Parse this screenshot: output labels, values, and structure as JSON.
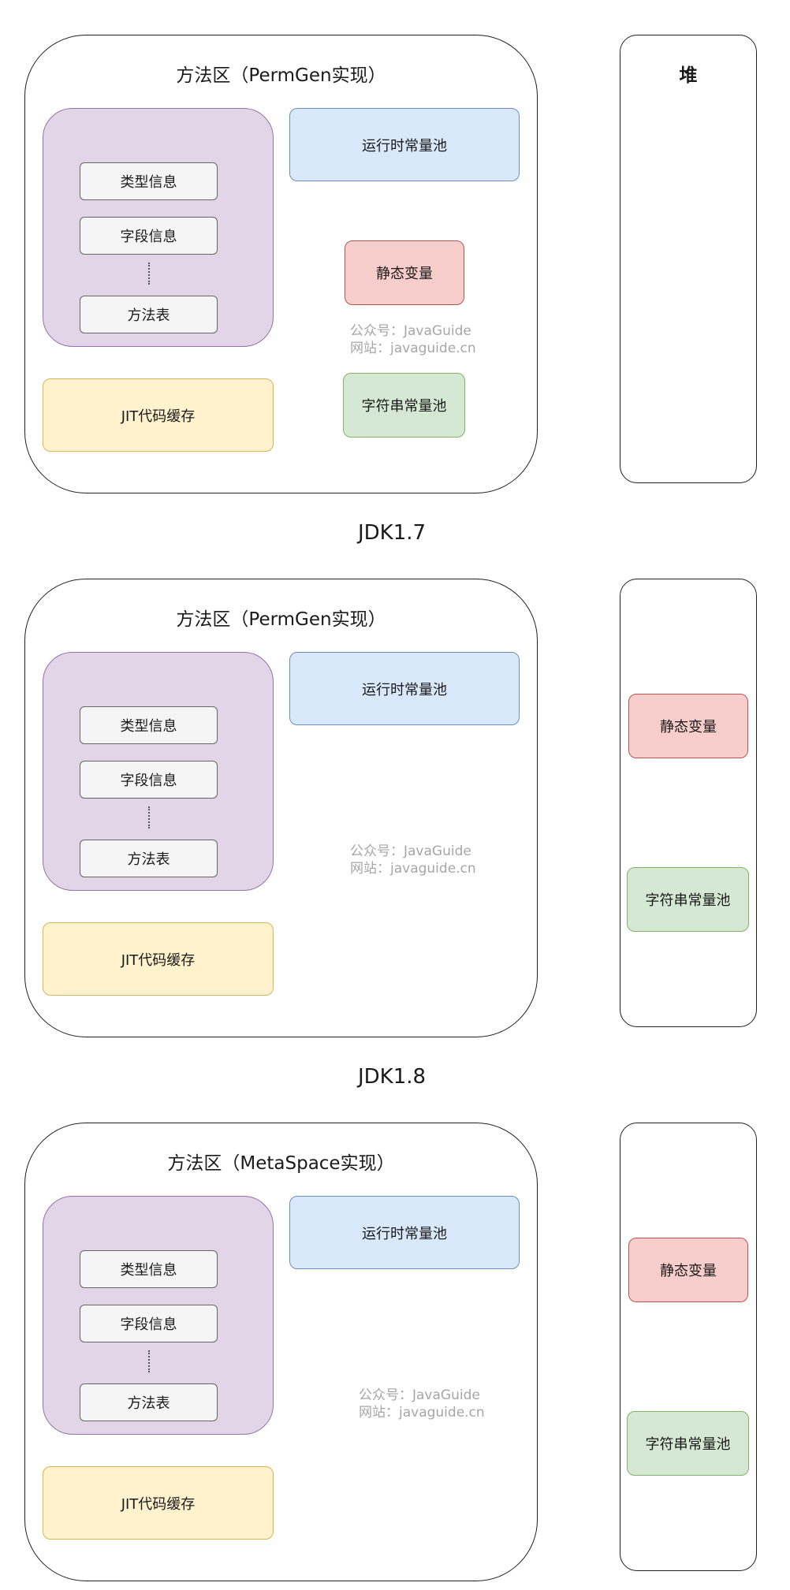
{
  "sections": [
    {
      "method_area_title": "方法区（PermGen实现）",
      "class_items": [
        "类型信息",
        "字段信息",
        "方法表"
      ],
      "jit": "JIT代码缓存",
      "runtime_pool": "运行时常量池",
      "static_vars": "静态变量",
      "string_pool": "字符串常量池",
      "watermark": [
        "公众号：JavaGuide",
        "网站：javaguide.cn"
      ],
      "heap_title": "堆",
      "caption": "JDK1.7"
    },
    {
      "method_area_title": "方法区（PermGen实现）",
      "class_items": [
        "类型信息",
        "字段信息",
        "方法表"
      ],
      "jit": "JIT代码缓存",
      "runtime_pool": "运行时常量池",
      "static_vars": "静态变量",
      "string_pool": "字符串常量池",
      "watermark": [
        "公众号：JavaGuide",
        "网站：javaguide.cn"
      ],
      "caption": "JDK1.8"
    },
    {
      "method_area_title": "方法区（MetaSpace实现）",
      "class_items": [
        "类型信息",
        "字段信息",
        "方法表"
      ],
      "jit": "JIT代码缓存",
      "runtime_pool": "运行时常量池",
      "static_vars": "静态变量",
      "string_pool": "字符串常量池",
      "watermark": [
        "公众号：JavaGuide",
        "网站：javaguide.cn"
      ]
    }
  ],
  "colors": {
    "class_info_fill": "#e1d5e7",
    "jit_fill": "#fff2cc",
    "runtime_pool_fill": "#dae8fc",
    "static_vars_fill": "#f8cecc",
    "string_pool_fill": "#d5e8d4",
    "item_fill": "#f5f5f5"
  }
}
